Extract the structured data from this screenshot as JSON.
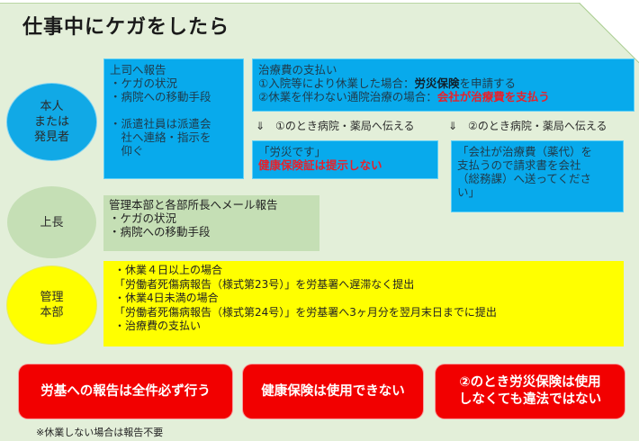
{
  "title": "仕事中にケガをしたら",
  "colors": {
    "background": "#e3efd9",
    "blue": "#08aaec",
    "green": "#c5dfb5",
    "yellow": "#ffff00",
    "red": "#f20000",
    "emphasis_red": "#e8202a"
  },
  "roles": {
    "person": {
      "lines": [
        "本人",
        "または",
        "発見者"
      ]
    },
    "boss": {
      "label": "上長"
    },
    "hq": {
      "lines": [
        "管理",
        "本部"
      ]
    }
  },
  "person_report": {
    "lines": [
      "上司へ報告",
      "・ケガの状況",
      "・病院への移動手段",
      "",
      "・派遣社員は派遣会",
      "　社へ連絡・指示を",
      "　仰ぐ"
    ]
  },
  "treatment": {
    "heading": "治療費の支払い",
    "case1_prefix": "①入院等により休業した場合：",
    "case1_bold": "労災保険",
    "case1_suffix": "を申請する",
    "case2_prefix": "②休業を伴わない通院治療の場合：",
    "case2_red": "会社が治療費を支払う"
  },
  "arrows": {
    "arrow1": "⇓　①のとき病院・薬局へ伝える",
    "arrow2": "⇓　②のとき病院・薬局へ伝える"
  },
  "tell1": {
    "line1": "「労災です」",
    "line2_red": "健康保険証は提示しない"
  },
  "tell2": {
    "lines": [
      "「会社が治療費（薬代）を",
      "支払うので請求書を会社",
      "（総務課）へ送ってくださ",
      "い」"
    ]
  },
  "boss_report": {
    "lines": [
      "管理本部と各部所長へメール報告",
      "・ケガの状況",
      "・病院への移動手段"
    ]
  },
  "hq_tasks": {
    "lines": [
      "・休業４日以上の場合",
      "「労働者死傷病報告（様式第23号）」を労基署へ遅滞なく提出",
      "・休業4日未満の場合",
      "「労働者死傷病報告（様式第24号）」を労基署へ3ヶ月分を翌月末日までに提出",
      "・治療費の支払い"
    ]
  },
  "alerts": [
    {
      "lines": [
        "労基への報告は全件必ず行う"
      ]
    },
    {
      "lines": [
        "健康保険は使用できない"
      ]
    },
    {
      "lines": [
        "②のとき労災保険は使用",
        "しなくても違法ではない"
      ]
    }
  ],
  "footnote": "※休業しない場合は報告不要"
}
